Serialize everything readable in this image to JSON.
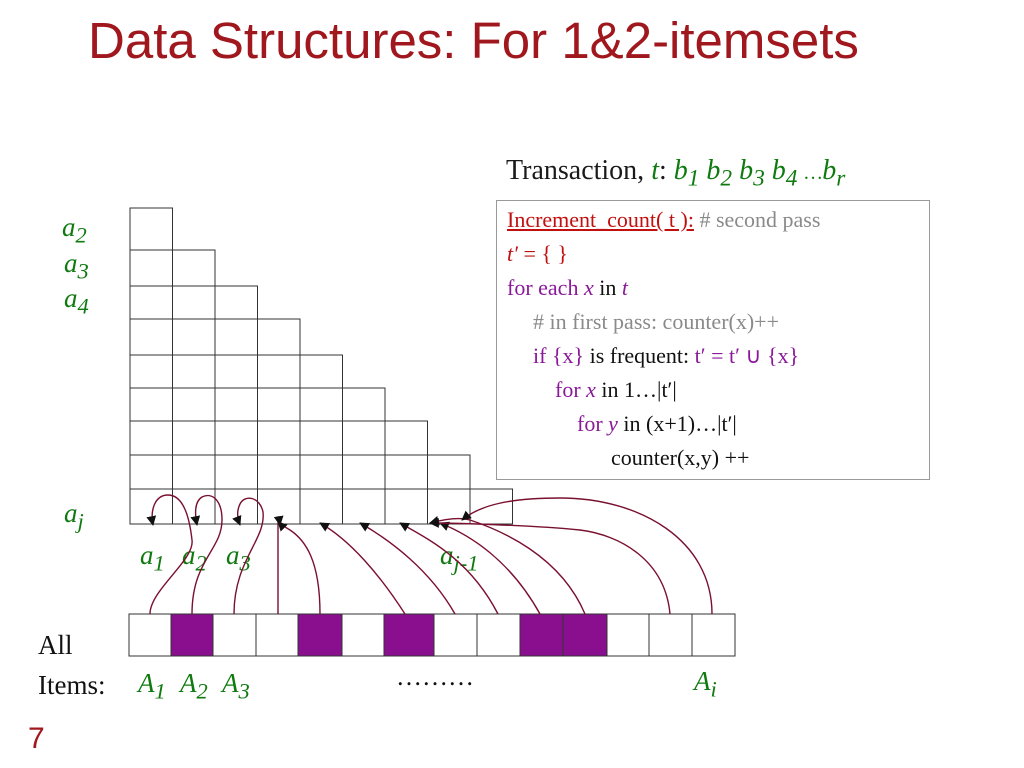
{
  "slide": {
    "title": "Data Structures: For 1&2-itemsets",
    "page_number": "7"
  },
  "transaction": {
    "prefix": "Transaction, ",
    "var": "t",
    "colon": ": ",
    "b1": "b",
    "b1_sub": "1",
    "b2": "b",
    "b2_sub": "2",
    "b3": "b",
    "b3_sub": "3",
    "b4": "b",
    "b4_sub": "4",
    "ellipsis": "…",
    "br": "b",
    "br_sub": "r"
  },
  "code": {
    "func": "Increment_count( t ):",
    "comment1": " # second pass",
    "line2_var": "t′",
    "line2_rest": " = {  }",
    "line3_for": "for each ",
    "line3_x": "x",
    "line3_in": " in ",
    "line3_t": "t",
    "line4": "# in first pass: counter(x)++",
    "line5_if": "if ",
    "line5_set": "{x}",
    "line5_mid": " is frequent: ",
    "line5_assign": "t′ = t′ ∪ {x}",
    "line6_for": "for ",
    "line6_x": "x",
    "line6_rest": " in 1…|t′|",
    "line7_for": "for ",
    "line7_y": "y",
    "line7_rest": " in (x+1)…|t′|",
    "line8": "counter(x,y) ++"
  },
  "row_labels": {
    "a2": "a",
    "a2_sub": "2",
    "a3": "a",
    "a3_sub": "3",
    "a4": "a",
    "a4_sub": "4",
    "aj": "a",
    "aj_sub": "j"
  },
  "col_labels": {
    "a1": "a",
    "a1_sub": "1",
    "a2": "a",
    "a2_sub": "2",
    "a3": "a",
    "a3_sub": "3",
    "aj1": "a",
    "aj1_sub": "j-1"
  },
  "items": {
    "label": "All Items:",
    "A1": "A",
    "A1_sub": "1",
    "A2": "A",
    "A2_sub": "2",
    "A3": "A",
    "A3_sub": "3",
    "dots": "………",
    "Ai": "A",
    "Ai_sub": "i",
    "frequent": [
      false,
      true,
      false,
      false,
      true,
      false,
      true,
      false,
      false,
      true,
      true,
      false,
      false,
      false
    ]
  },
  "colors": {
    "title": "#a0171e",
    "label_green": "#0f7a0f",
    "keyword_purple": "#8a1a99",
    "filled_cell": "#8a0f8f",
    "arrow": "#7a1030"
  }
}
